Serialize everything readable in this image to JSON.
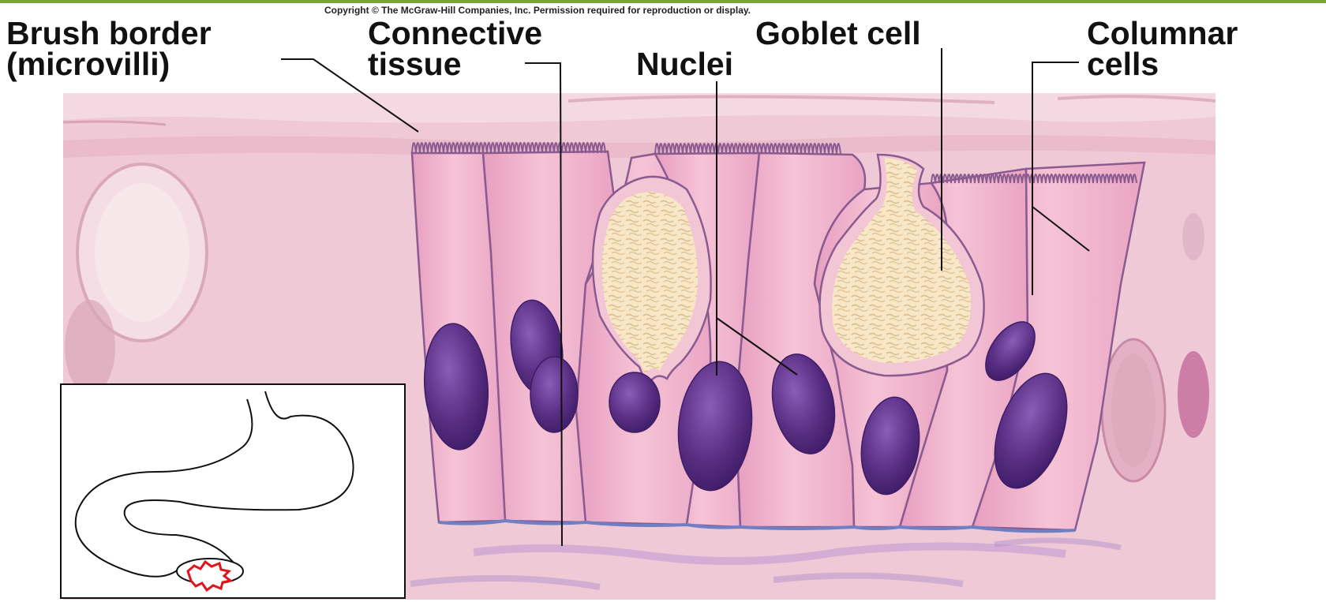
{
  "copyright": "Copyright © The McGraw-Hill Companies, Inc. Permission required for reproduction or display.",
  "labels": {
    "brush_border_line1": "Brush border",
    "brush_border_line2": "(microvilli)",
    "connective_line1": "Connective",
    "connective_line2": "tissue",
    "goblet": "Goblet cell",
    "nuclei": "Nuclei",
    "columnar_line1": "Columnar",
    "columnar_line2": "cells"
  },
  "colors": {
    "tissue_bg": "#efc8d4",
    "cell_fill": "#f3b7cd",
    "membrane": "#9a6a9e",
    "nucleus": "#5a2f84",
    "mucus": "#f6e6c4",
    "basement": "#6e7fc4",
    "inset_marker": "#e0141c",
    "accent_line": "#7aa43a"
  }
}
